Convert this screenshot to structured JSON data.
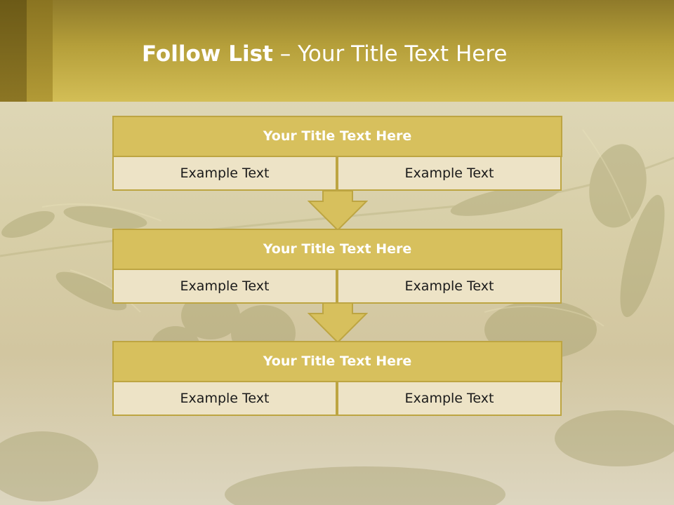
{
  "header": {
    "title_bold": "Follow List",
    "title_rest": "– Your Title Text Here"
  },
  "steps": [
    {
      "title": "Your Title Text Here",
      "left": "Example Text",
      "right": "Example Text"
    },
    {
      "title": "Your Title Text Here",
      "left": "Example Text",
      "right": "Example Text"
    },
    {
      "title": "Your Title Text Here",
      "left": "Example Text",
      "right": "Example Text"
    }
  ],
  "colors": {
    "header_gold": "#d3be56",
    "block_title": "#d7c05d",
    "block_cell": "#ede3c6",
    "border": "#bda542"
  }
}
